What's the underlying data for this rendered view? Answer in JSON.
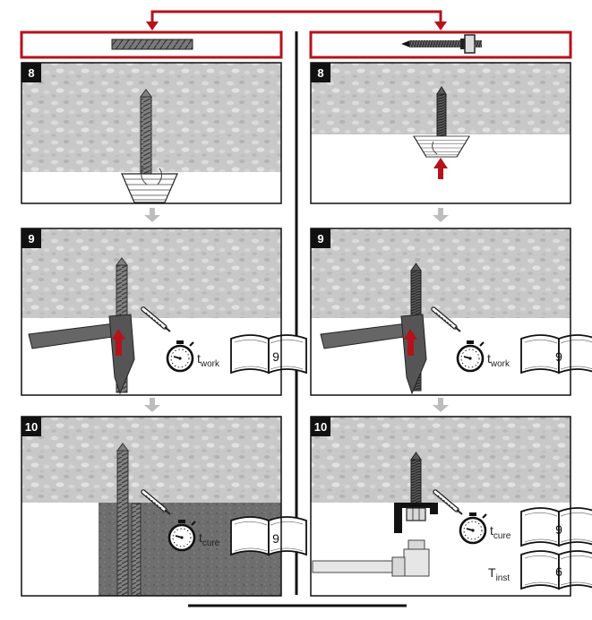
{
  "columns": [
    {
      "id": "rebar",
      "header_icon": "rebar-icon",
      "steps": [
        {
          "number": "8",
          "variant": "inject"
        },
        {
          "number": "9",
          "variant": "insert",
          "time_symbol": "t",
          "time_subscript": "work",
          "book_page": "9"
        },
        {
          "number": "10",
          "variant": "cure",
          "time_symbol": "t",
          "time_subscript": "cure",
          "book_page": "9"
        }
      ]
    },
    {
      "id": "anchor-rod",
      "header_icon": "threaded-rod-icon",
      "steps": [
        {
          "number": "8",
          "variant": "inject"
        },
        {
          "number": "9",
          "variant": "insert",
          "time_symbol": "t",
          "time_subscript": "work",
          "book_page": "9"
        },
        {
          "number": "10",
          "variant": "cure",
          "time_symbol": "t",
          "time_subscript": "cure",
          "book_page": "9",
          "torque_symbol": "T",
          "torque_subscript": "inst",
          "torque_page": "6"
        }
      ]
    }
  ],
  "colors": {
    "accent_red": "#b5121b",
    "concrete": "#c9c9c9",
    "grey_arrow": "#bdbdbd",
    "frame": "#111111"
  }
}
